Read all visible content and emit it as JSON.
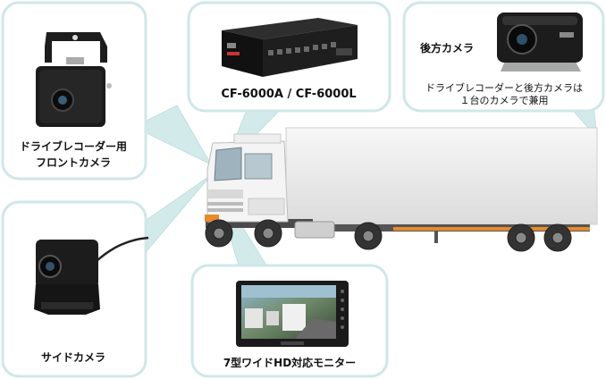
{
  "callouts": {
    "front_camera": {
      "line1": "ドライブレコーダー用",
      "line2": "フロントカメラ"
    },
    "recorder": {
      "model": "CF-6000A / CF-6000L"
    },
    "rear_camera": {
      "title": "後方カメラ",
      "note1": "ドライブレコーダーと後方カメラは",
      "note2": "１台のカメラで兼用"
    },
    "side_camera": {
      "title": "サイドカメラ"
    },
    "monitor": {
      "title": "7型ワイドHD対応モニター"
    }
  },
  "colors": {
    "bubble_border": "#cfe7e7",
    "pointer": "#d2eaea",
    "trailer": "#eeeeee",
    "cab": "#f2f2f2",
    "wheel": "#3a3a3a",
    "stripe_orange": "#e88a2a"
  }
}
